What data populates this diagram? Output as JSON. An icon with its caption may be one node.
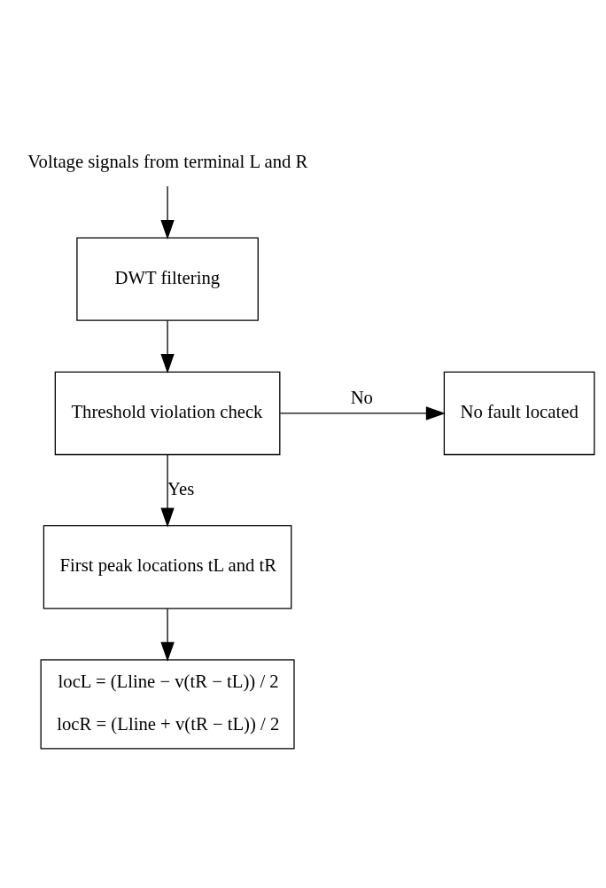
{
  "diagram": {
    "nodes": [
      {
        "text": [
          "Voltage signals from terminal L and R"
        ]
      },
      {
        "text": [
          "DWT filtering"
        ]
      },
      {
        "text": [
          "Threshold violation check"
        ]
      },
      {
        "text": [
          "No fault located"
        ]
      },
      {
        "text": [
          "First peak locations tL and tR"
        ]
      },
      {
        "text": [
          "locL = (Lline − v(tR − tL)) / 2",
          "locR = (Lline + v(tR − tL)) / 2"
        ]
      }
    ],
    "edges": [
      {
        "from": 0,
        "to": 1,
        "arrow": "to"
      },
      {
        "from": 1,
        "to": 2,
        "arrow": "to"
      },
      {
        "from": 2,
        "to": 3,
        "arrow": "to",
        "label": "No"
      },
      {
        "from": 2,
        "to": 4,
        "arrow": "to",
        "label": "Yes"
      },
      {
        "from": 4,
        "to": 5,
        "arrow": "to"
      }
    ]
  }
}
